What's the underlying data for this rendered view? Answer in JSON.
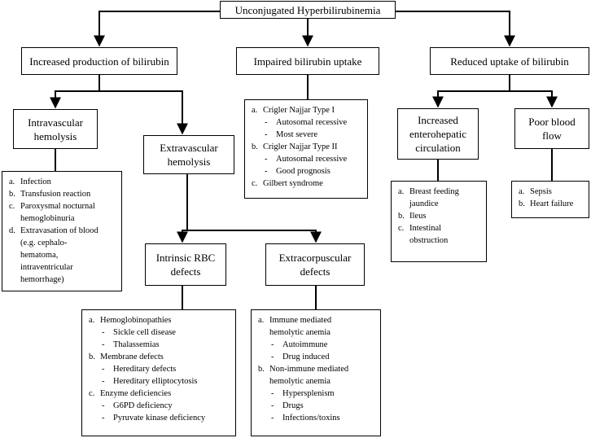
{
  "nodes": {
    "root": "Unconjugated Hyperbilirubinemia",
    "increased_production": "Increased production of bilirubin",
    "impaired_uptake": "Impaired bilirubin uptake",
    "reduced_uptake": "Reduced uptake of bilirubin",
    "intravascular": [
      "Intravascular",
      "hemolysis"
    ],
    "extravascular": [
      "Extravascular",
      "hemolysis"
    ],
    "enterohepatic": [
      "Increased",
      "enterohepatic",
      "circulation"
    ],
    "poor_blood_flow": [
      "Poor blood",
      "flow"
    ],
    "intrinsic_rbc": [
      "Intrinsic RBC",
      "defects"
    ],
    "extracorpuscular": [
      "Extracorpuscular",
      "defects"
    ]
  },
  "lists": {
    "intravascular": [
      {
        "m": "a.",
        "t": "Infection"
      },
      {
        "m": "b.",
        "t": "Transfusion reaction"
      },
      {
        "m": "c.",
        "t": "Paroxysmal nocturnal"
      },
      {
        "m": "",
        "t": "hemoglobinuria"
      },
      {
        "m": "d.",
        "t": "Extravasation of blood"
      },
      {
        "m": "",
        "t": "(e.g. cephalo-"
      },
      {
        "m": "",
        "t": "hematoma,"
      },
      {
        "m": "",
        "t": "intraventricular"
      },
      {
        "m": "",
        "t": "hemorrhage)"
      }
    ],
    "impaired_uptake": [
      {
        "m": "a.",
        "t": "Crigler Najjar Type I"
      },
      {
        "m": "-",
        "t": "Autosomal recessive",
        "sub": true
      },
      {
        "m": "-",
        "t": "Most severe",
        "sub": true
      },
      {
        "m": "b.",
        "t": "Crigler Najjar Type II"
      },
      {
        "m": "-",
        "t": "Autosomal recessive",
        "sub": true
      },
      {
        "m": "-",
        "t": "Good prognosis",
        "sub": true
      },
      {
        "m": "c.",
        "t": "Gilbert syndrome"
      }
    ],
    "enterohepatic": [
      {
        "m": "a.",
        "t": "Breast feeding"
      },
      {
        "m": "",
        "t": "jaundice"
      },
      {
        "m": "b.",
        "t": "Ileus"
      },
      {
        "m": "c.",
        "t": "Intestinal"
      },
      {
        "m": "",
        "t": "obstruction"
      }
    ],
    "poor_blood_flow": [
      {
        "m": "a.",
        "t": "Sepsis"
      },
      {
        "m": "b.",
        "t": "Heart failure"
      }
    ],
    "intrinsic_rbc": [
      {
        "m": "a.",
        "t": "Hemoglobinopathies"
      },
      {
        "m": "-",
        "t": "Sickle cell disease",
        "sub": true
      },
      {
        "m": "-",
        "t": "Thalassemias",
        "sub": true
      },
      {
        "m": "b.",
        "t": "Membrane defects"
      },
      {
        "m": "-",
        "t": "Hereditary defects",
        "sub": true
      },
      {
        "m": "-",
        "t": "Hereditary elliptocytosis",
        "sub": true
      },
      {
        "m": "c.",
        "t": "Enzyme deficiencies"
      },
      {
        "m": "-",
        "t": "G6PD deficiency",
        "sub": true
      },
      {
        "m": "-",
        "t": "Pyruvate kinase deficiency",
        "sub": true
      }
    ],
    "extracorpuscular": [
      {
        "m": "a.",
        "t": "Immune mediated"
      },
      {
        "m": "",
        "t": "hemolytic anemia"
      },
      {
        "m": "-",
        "t": "Autoimmune",
        "sub": true
      },
      {
        "m": "-",
        "t": "Drug induced",
        "sub": true
      },
      {
        "m": "b.",
        "t": "Non-immune mediated"
      },
      {
        "m": "",
        "t": "hemolytic anemia"
      },
      {
        "m": "-",
        "t": "Hypersplenism",
        "sub": true
      },
      {
        "m": "-",
        "t": "Drugs",
        "sub": true
      },
      {
        "m": "-",
        "t": "Infections/toxins",
        "sub": true
      }
    ]
  }
}
